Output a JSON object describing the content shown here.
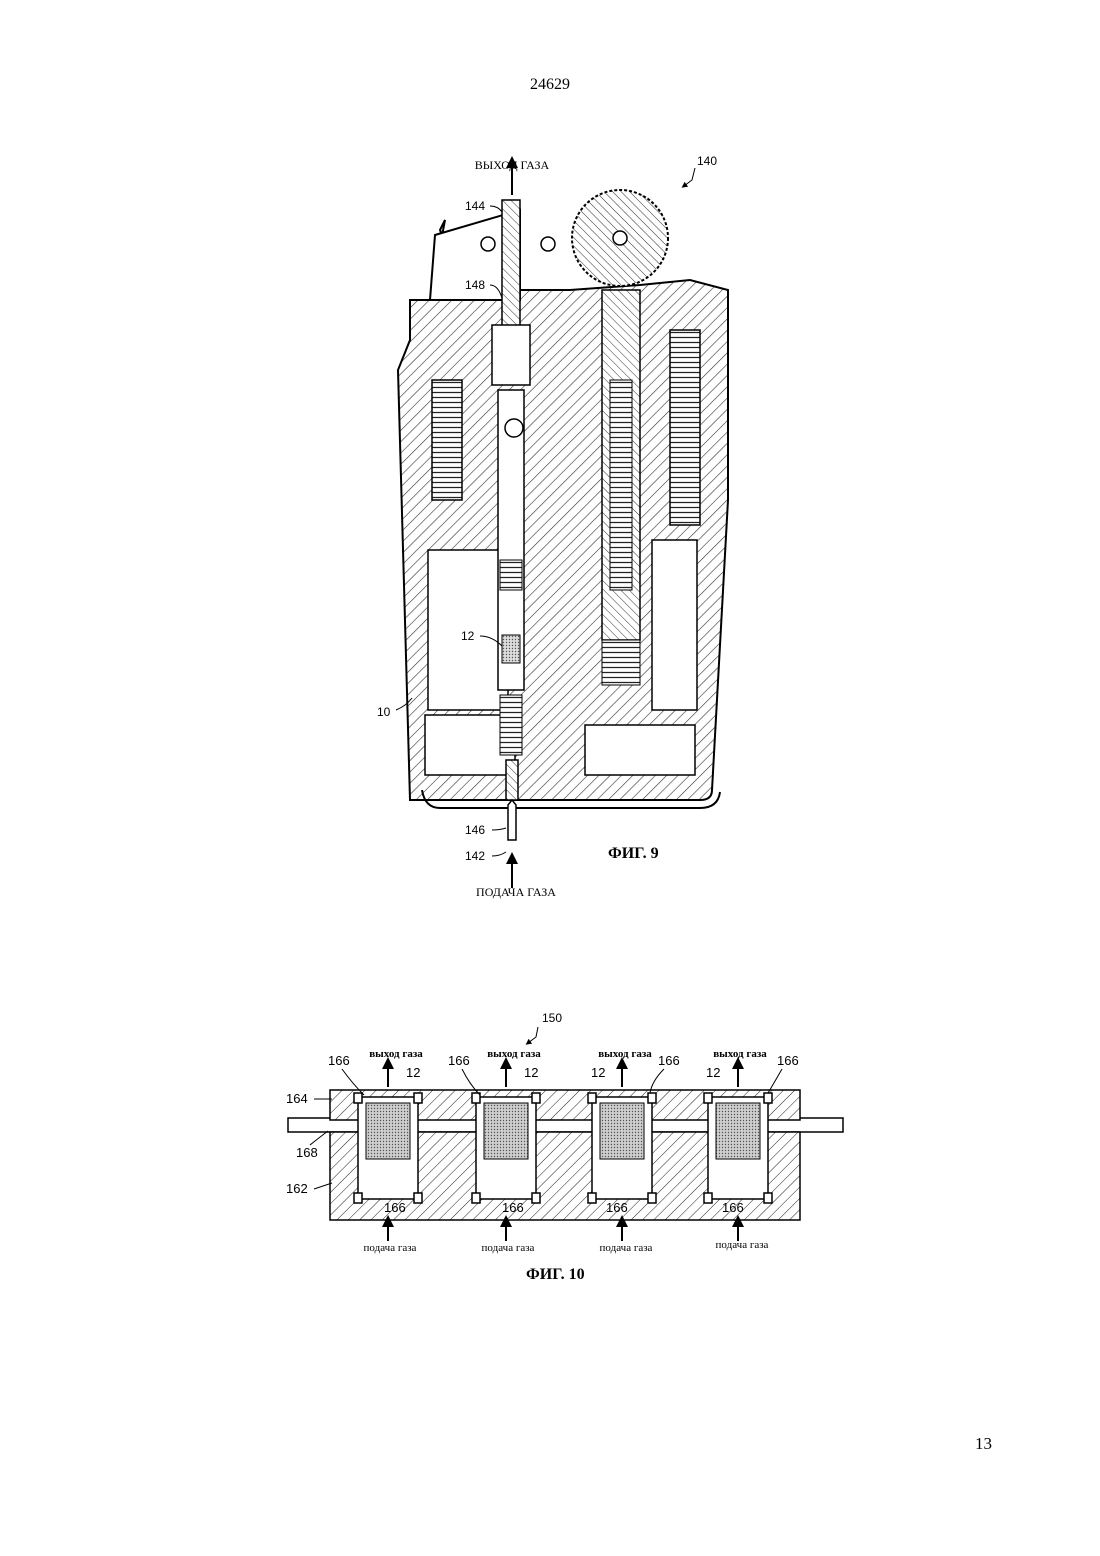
{
  "header": {
    "document_number": "24629"
  },
  "footer": {
    "page_number": "13"
  },
  "figure9": {
    "caption": "ФИГ. 9",
    "gas_out_label": "ВЫХОД ГАЗА",
    "gas_in_label": "ПОДАЧА ГАЗА",
    "refs": {
      "r140": "140",
      "r144": "144",
      "r148": "148",
      "r12": "12",
      "r10": "10",
      "r146": "146",
      "r142": "142"
    }
  },
  "figure10": {
    "caption": "ФИГ. 10",
    "ref_150": "150",
    "ref_164": "164",
    "ref_168": "168",
    "ref_162": "162",
    "cells": [
      {
        "out": "выход газа",
        "in": "подача газа",
        "top_ref": "166",
        "mid_ref": "12",
        "bot_ref": "166"
      },
      {
        "out": "выход газа",
        "in": "подача газа",
        "top_ref": "166",
        "mid_ref": "12",
        "bot_ref": "166"
      },
      {
        "out": "выход газа",
        "in": "подача газа",
        "top_ref": "166",
        "mid_ref": "12",
        "bot_ref": "166"
      },
      {
        "out": "выход газа",
        "in": "подача газа",
        "top_ref": "166",
        "mid_ref": "12",
        "bot_ref": "166"
      }
    ],
    "right_ref": "166"
  }
}
